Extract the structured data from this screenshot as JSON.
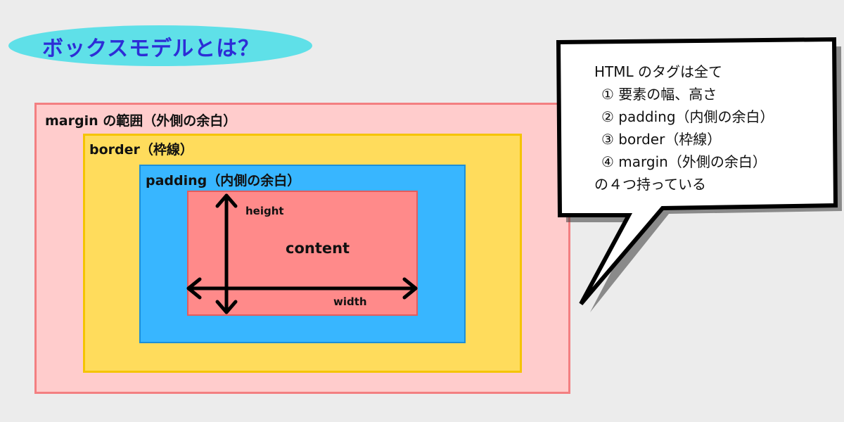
{
  "title": "ボックスモデルとは？",
  "colors": {
    "title_pill": "#5fe0e8",
    "title_text": "#2d2dd6",
    "margin_fill": "#ffcccc",
    "border_fill": "#ffdc5c",
    "padding_fill": "#38b6ff",
    "content_fill": "#ff8a8a"
  },
  "boxes": {
    "margin_label": "margin の範囲（外側の余白）",
    "border_label": "border（枠線）",
    "padding_label": "padding（内側の余白）",
    "content_label": "content",
    "height_label": "height",
    "width_label": "width"
  },
  "callout": {
    "lines": [
      "HTML のタグは全て",
      "① 要素の幅、高さ",
      "② padding（内側の余白）",
      "③ border（枠線）",
      "④ margin（外側の余白）",
      "の４つ持っている"
    ]
  }
}
